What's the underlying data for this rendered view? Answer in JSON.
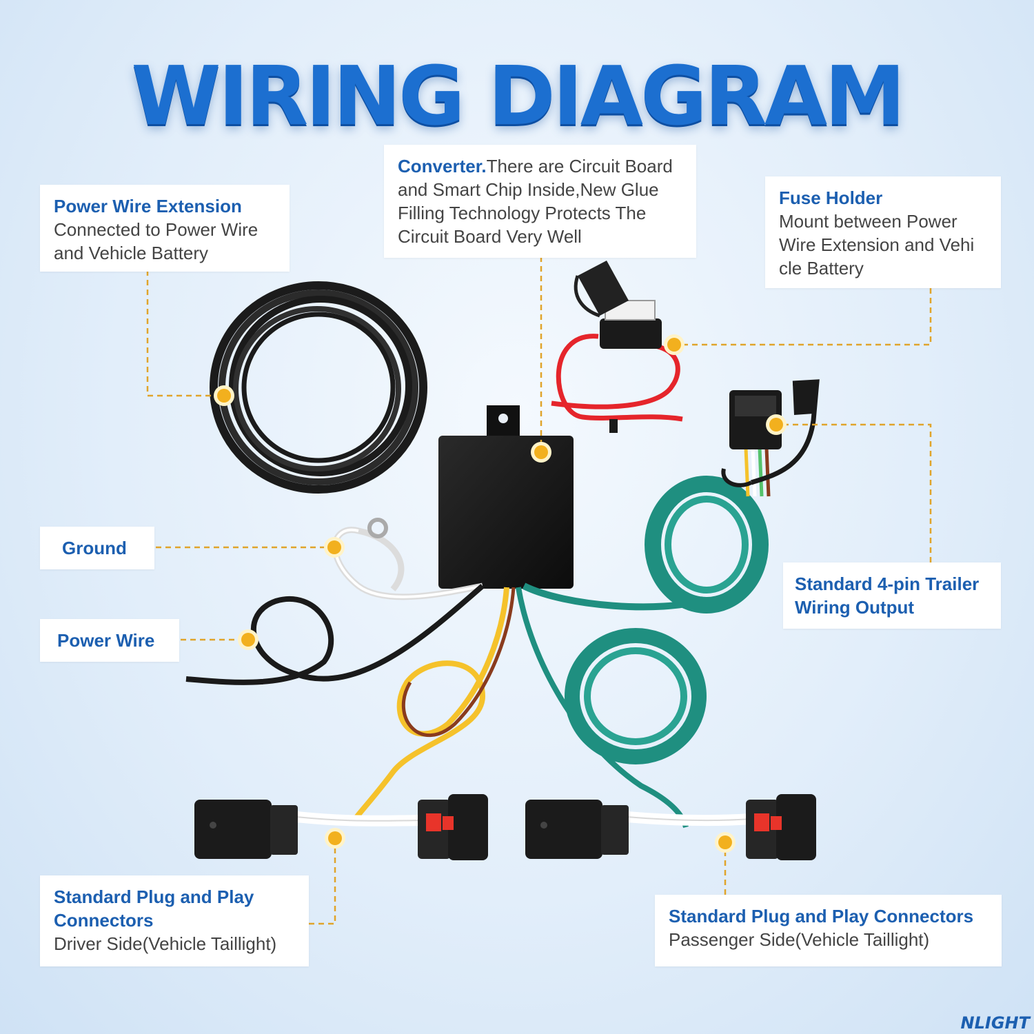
{
  "title": "WIRING DIAGRAM",
  "labels": {
    "power_wire_extension": {
      "heading": "Power Wire Extension",
      "body": "Connected to Power Wire and Vehicle Battery"
    },
    "converter": {
      "heading": "Converter.",
      "body": "There are Circuit Board and Smart Chip Inside,New Glue Filling Technology Protects The Circuit Board Very Well"
    },
    "fuse_holder": {
      "heading": "Fuse Holder",
      "body": "Mount between Power Wire Extension and Vehi cle Battery"
    },
    "ground": {
      "heading": "Ground"
    },
    "power_wire": {
      "heading": "Power Wire"
    },
    "trailer_output": {
      "heading": "Standard 4-pin Trailer Wiring Output"
    },
    "driver_connectors": {
      "heading": "Standard Plug and Play Connectors",
      "body": "Driver Side(Vehicle Taillight)"
    },
    "passenger_connectors": {
      "heading": "Standard Plug and Play Connectors",
      "body": "Passenger Side(Vehicle Taillight)"
    }
  },
  "logo": "NLIGHT",
  "colors": {
    "heading": "#1c5fb0",
    "title": "#1c6fd0",
    "leader": "#e0a42a",
    "marker": "#f2b01e",
    "wire_green": "#1f8f80",
    "wire_red": "#e5252b",
    "wire_yellow": "#f5c22b",
    "wire_black": "#1a1a1a",
    "module": "#161616"
  }
}
